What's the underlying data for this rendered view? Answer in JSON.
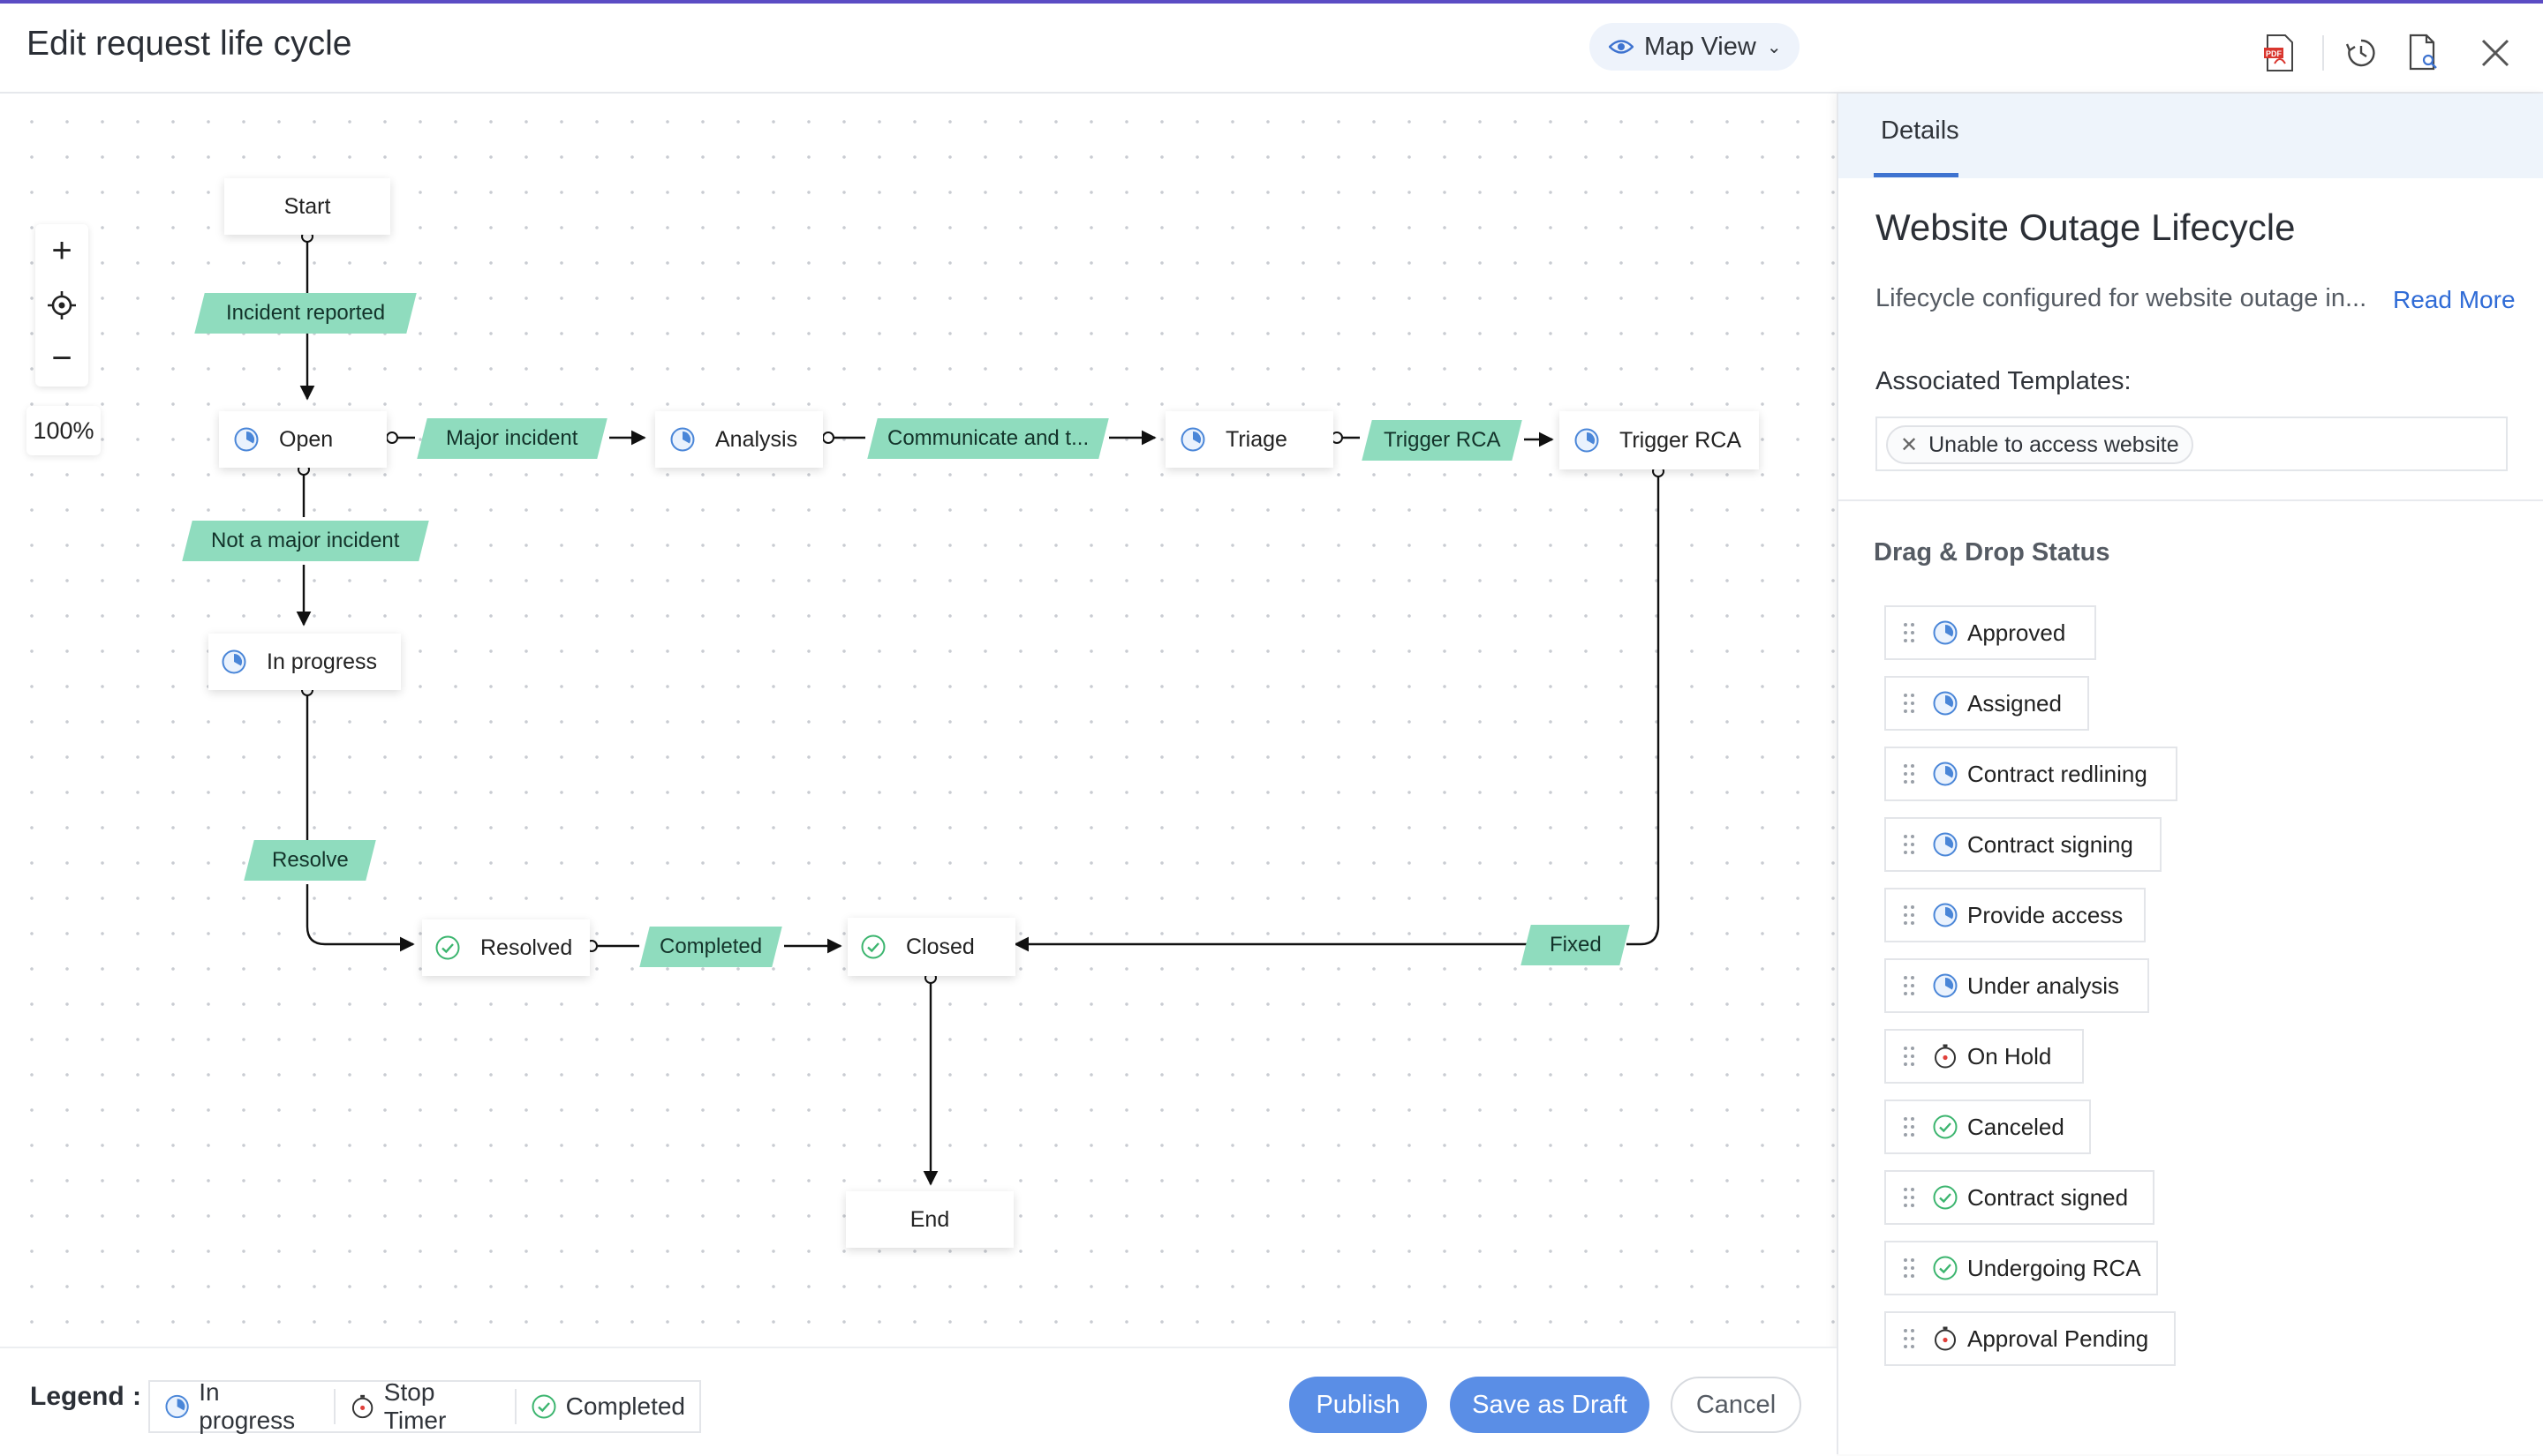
{
  "header": {
    "title": "Edit request life cycle",
    "view_selector": "Map View"
  },
  "canvas": {
    "zoom_in": "+",
    "zoom_out": "−",
    "zoom_level": "100%",
    "nodes": {
      "start": "Start",
      "open": "Open",
      "analysis": "Analysis",
      "triage": "Triage",
      "trigger_rca": "Trigger RCA",
      "in_progress": "In progress",
      "resolved": "Resolved",
      "closed": "Closed",
      "end": "End"
    },
    "transitions": {
      "incident_reported": "Incident reported",
      "major_incident": "Major incident",
      "communicate": "Communicate and t...",
      "trigger_rca": "Trigger RCA",
      "not_major_incident": "Not a major incident",
      "resolve": "Resolve",
      "completed": "Completed",
      "fixed": "Fixed"
    }
  },
  "panel": {
    "tab": "Details",
    "lifecycle_title": "Website Outage Lifecycle",
    "description": "Lifecycle configured for website outage in...",
    "read_more": "Read More",
    "associated_label": "Associated Templates:",
    "templates": [
      "Unable to access website"
    ],
    "dragdrop_label": "Drag & Drop Status",
    "statuses": [
      {
        "label": "Approved",
        "icon": "in-progress"
      },
      {
        "label": "Assigned",
        "icon": "in-progress"
      },
      {
        "label": "Contract redlining",
        "icon": "in-progress"
      },
      {
        "label": "Contract signing",
        "icon": "in-progress"
      },
      {
        "label": "Provide access",
        "icon": "in-progress"
      },
      {
        "label": "Under analysis",
        "icon": "in-progress"
      },
      {
        "label": "On Hold",
        "icon": "stop-timer"
      },
      {
        "label": "Canceled",
        "icon": "completed"
      },
      {
        "label": "Contract signed",
        "icon": "completed"
      },
      {
        "label": "Undergoing RCA",
        "icon": "completed"
      },
      {
        "label": "Approval Pending",
        "icon": "stop-timer"
      }
    ]
  },
  "footer": {
    "legend_label": "Legend",
    "legend_colon": ":",
    "legend_items": [
      "In progress",
      "Stop Timer",
      "Completed"
    ],
    "publish": "Publish",
    "save_draft": "Save as Draft",
    "cancel": "Cancel"
  },
  "colors": {
    "accent": "#5a8ee6",
    "transition_fill": "#8fdcbe",
    "in_progress_icon": "#4a86d8",
    "completed_icon": "#3cb56f",
    "stop_timer_icon": "#333333",
    "top_bar": "#5b4cc4"
  }
}
